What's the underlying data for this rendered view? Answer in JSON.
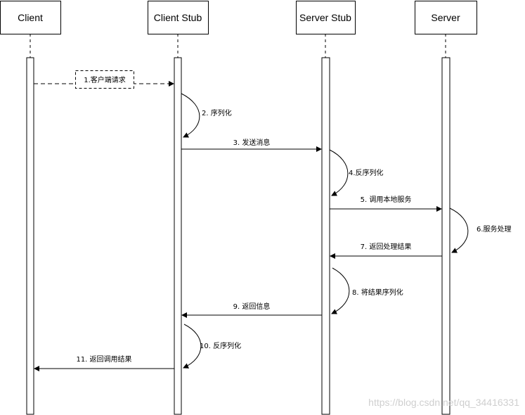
{
  "participants": [
    {
      "id": "client",
      "label": "Client"
    },
    {
      "id": "client_stub",
      "label": "Client Stub"
    },
    {
      "id": "server_stub",
      "label": "Server Stub"
    },
    {
      "id": "server",
      "label": "Server"
    }
  ],
  "messages": [
    {
      "label": "1.客户端请求",
      "from": "client",
      "to": "client_stub",
      "style": "dashed",
      "boxed": true
    },
    {
      "label": "2. 序列化",
      "from": "client_stub",
      "to": "client_stub",
      "style": "self"
    },
    {
      "label": "3. 发送消息",
      "from": "client_stub",
      "to": "server_stub",
      "style": "solid"
    },
    {
      "label": "4.反序列化",
      "from": "server_stub",
      "to": "server_stub",
      "style": "self"
    },
    {
      "label": "5. 调用本地服务",
      "from": "server_stub",
      "to": "server",
      "style": "solid"
    },
    {
      "label": "6.服务处理",
      "from": "server",
      "to": "server",
      "style": "self"
    },
    {
      "label": "7. 返回处理结果",
      "from": "server",
      "to": "server_stub",
      "style": "solid"
    },
    {
      "label": "8. 将结果序列化",
      "from": "server_stub",
      "to": "server_stub",
      "style": "self"
    },
    {
      "label": "9. 返回信息",
      "from": "server_stub",
      "to": "client_stub",
      "style": "solid"
    },
    {
      "label": "10. 反序列化",
      "from": "client_stub",
      "to": "client_stub",
      "style": "self"
    },
    {
      "label": "11. 返回调用结果",
      "from": "client_stub",
      "to": "client",
      "style": "solid"
    }
  ],
  "watermark": "https://blog.csdn.net/qq_34416331"
}
